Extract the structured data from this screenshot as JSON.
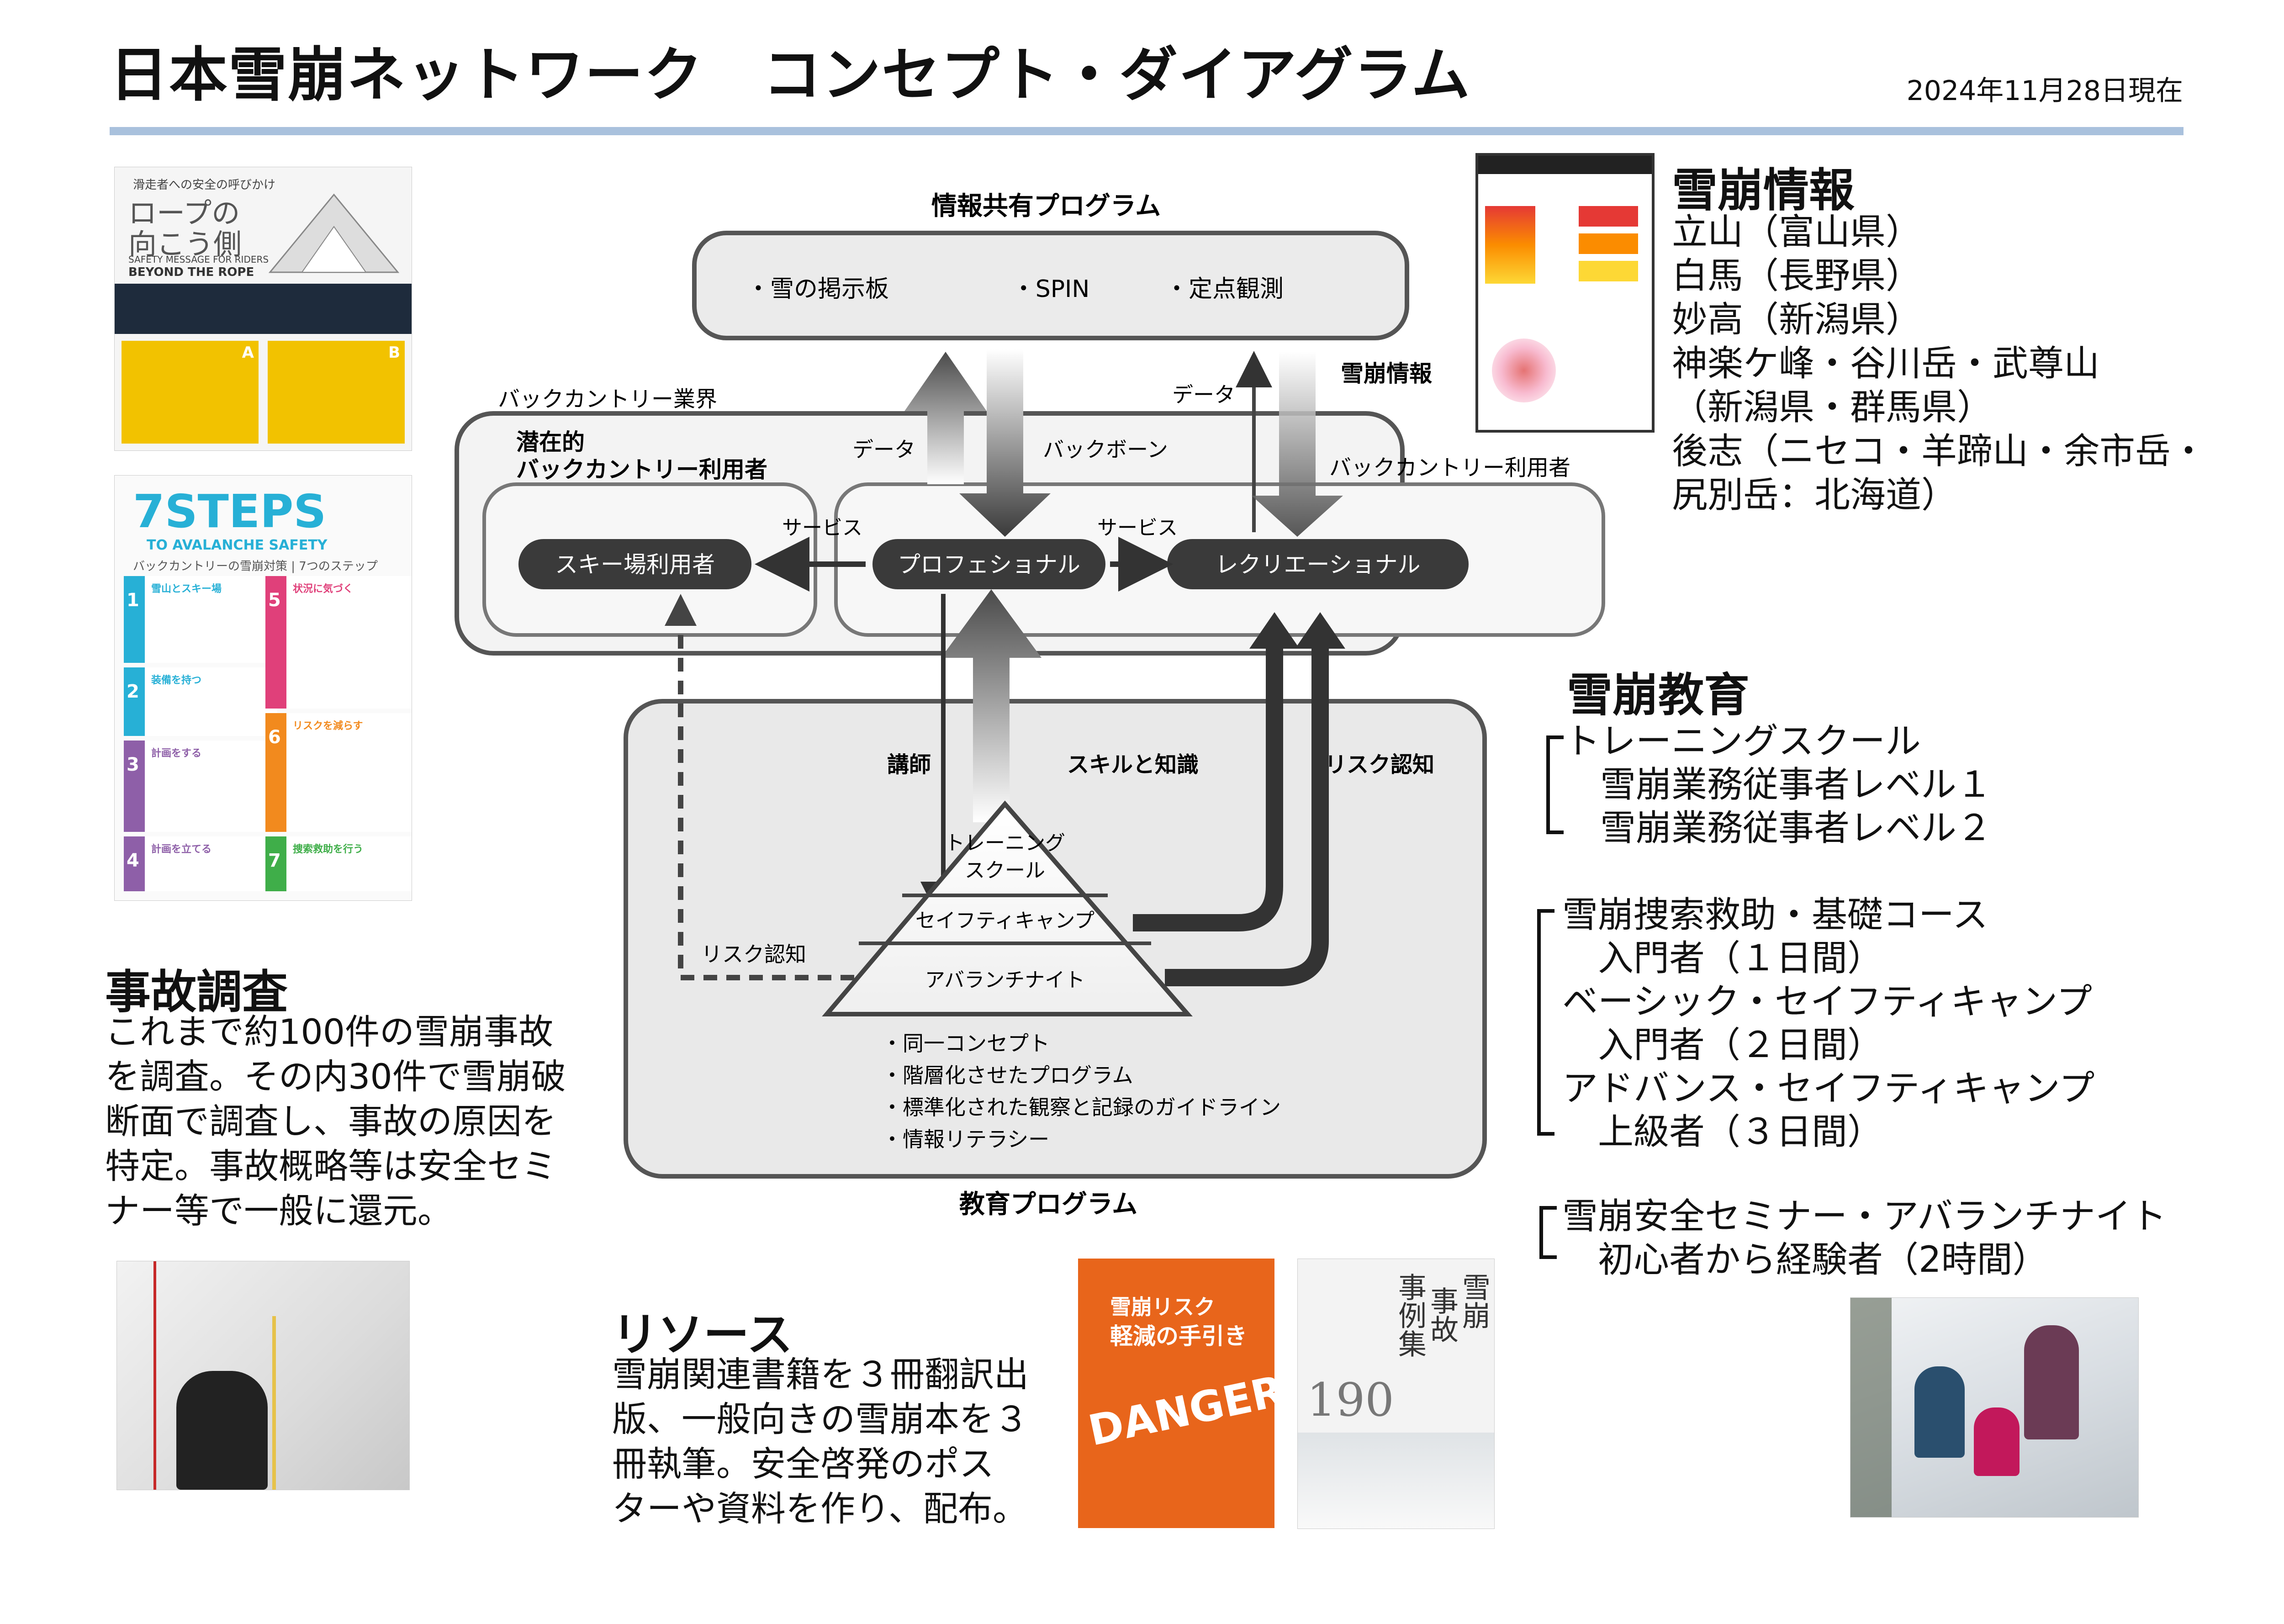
{
  "header": {
    "title": "日本雪崩ネットワーク　コンセプト・ダイアグラム",
    "date": "2024年11月28日現在"
  },
  "diagram": {
    "info_program_title": "情報共有プログラム",
    "info_items": [
      "・雪の掲示板",
      "・SPIN",
      "・定点観測"
    ],
    "bc_industry": "バックカントリー業界",
    "latent_users": [
      "潜在的",
      "バックカントリー利用者"
    ],
    "bc_users": "バックカントリー利用者",
    "ski_users": "スキー場利用者",
    "professional": "プロフェショナル",
    "recreational": "レクリエーショナル",
    "service_left": "サービス",
    "service_right": "サービス",
    "data_left": "データ",
    "backbone": "バックボーン",
    "data_right": "データ",
    "avalanche_info": "雪崩情報",
    "instructor": "講師",
    "skills": "スキルと知識",
    "risk_recognition_right": "リスク認知",
    "risk_recognition_left": "リスク認知",
    "pyramid": [
      "トレーニング",
      "スクール",
      "セイフティキャンプ",
      "アバランチナイト"
    ],
    "bullets": [
      "・同一コンセプト",
      "・階層化させたプログラム",
      "・標準化された観察と記録のガイドライン",
      "・情報リテラシー"
    ],
    "education_program_title": "教育プログラム"
  },
  "avalanche_info": {
    "heading": "雪崩情報",
    "lines": [
      "立山（富山県）",
      "白馬（長野県）",
      "妙高（新潟県）",
      "神楽ケ峰・谷川岳・武尊山",
      "（新潟県・群馬県）",
      "後志（ニセコ・羊蹄山・余市岳・",
      "尻別岳：北海道）"
    ]
  },
  "education": {
    "heading": "雪崩教育",
    "group1": [
      "トレーニングスクール",
      "　雪崩業務従事者レベル１",
      "　雪崩業務従事者レベル２"
    ],
    "group2": [
      "雪崩捜索救助・基礎コース",
      "　入門者（１日間）",
      "ベーシック・セイフティキャンプ",
      "　入門者（２日間）",
      "アドバンス・セイフティキャンプ",
      "　上級者（３日間）"
    ],
    "group3": [
      "雪崩安全セミナー・アバランチナイト",
      "　初心者から経験者（2時間）"
    ]
  },
  "accident": {
    "heading": "事故調査",
    "lines": [
      "これまで約100件の雪崩事故",
      "を調査。その内30件で雪崩破",
      "断面で調査し、事故の原因を",
      "特定。事故概略等は安全セミ",
      "ナー等で一般に還元。"
    ]
  },
  "resources": {
    "heading": "リソース",
    "lines": [
      "雪崩関連書籍を３冊翻訳出",
      "版、一般向きの雪崩本を３",
      "冊執筆。安全啓発のポス",
      "ターや資料を作り、配布。"
    ]
  },
  "poster1": {
    "kicker": "滑走者への安全の呼びかけ",
    "title1": "ロープの",
    "title2": "向こう側",
    "en1": "SAFETY MESSAGE FOR RIDERS",
    "en2": "BEYOND THE ROPE",
    "label_a": "A",
    "label_b": "B"
  },
  "poster2": {
    "big": "7STEPS",
    "sub": "TO AVALANCHE SAFETY",
    "jp": "バックカントリーの雪崩対策 | 7つのステップ",
    "steps": [
      "1",
      "2",
      "3",
      "4",
      "5",
      "6",
      "7"
    ],
    "step_titles": [
      "雪山とスキー場",
      "装備を持つ",
      "計画をする",
      "計画を立てる",
      "状況に気づく",
      "リスクを減らす",
      "捜索救助を行う"
    ]
  },
  "book1": {
    "kicker": "雪崩リスク",
    "title": "軽減の手引き",
    "art": "DANGER"
  },
  "book2": {
    "title": [
      "雪崩",
      "事故",
      "事例集"
    ],
    "number": "190"
  },
  "colors": {
    "rule": "#a9c1dd",
    "book_orange": "#e8651b",
    "node_dark": "#3a3a3a",
    "poster_yellow": "#f2c200"
  }
}
